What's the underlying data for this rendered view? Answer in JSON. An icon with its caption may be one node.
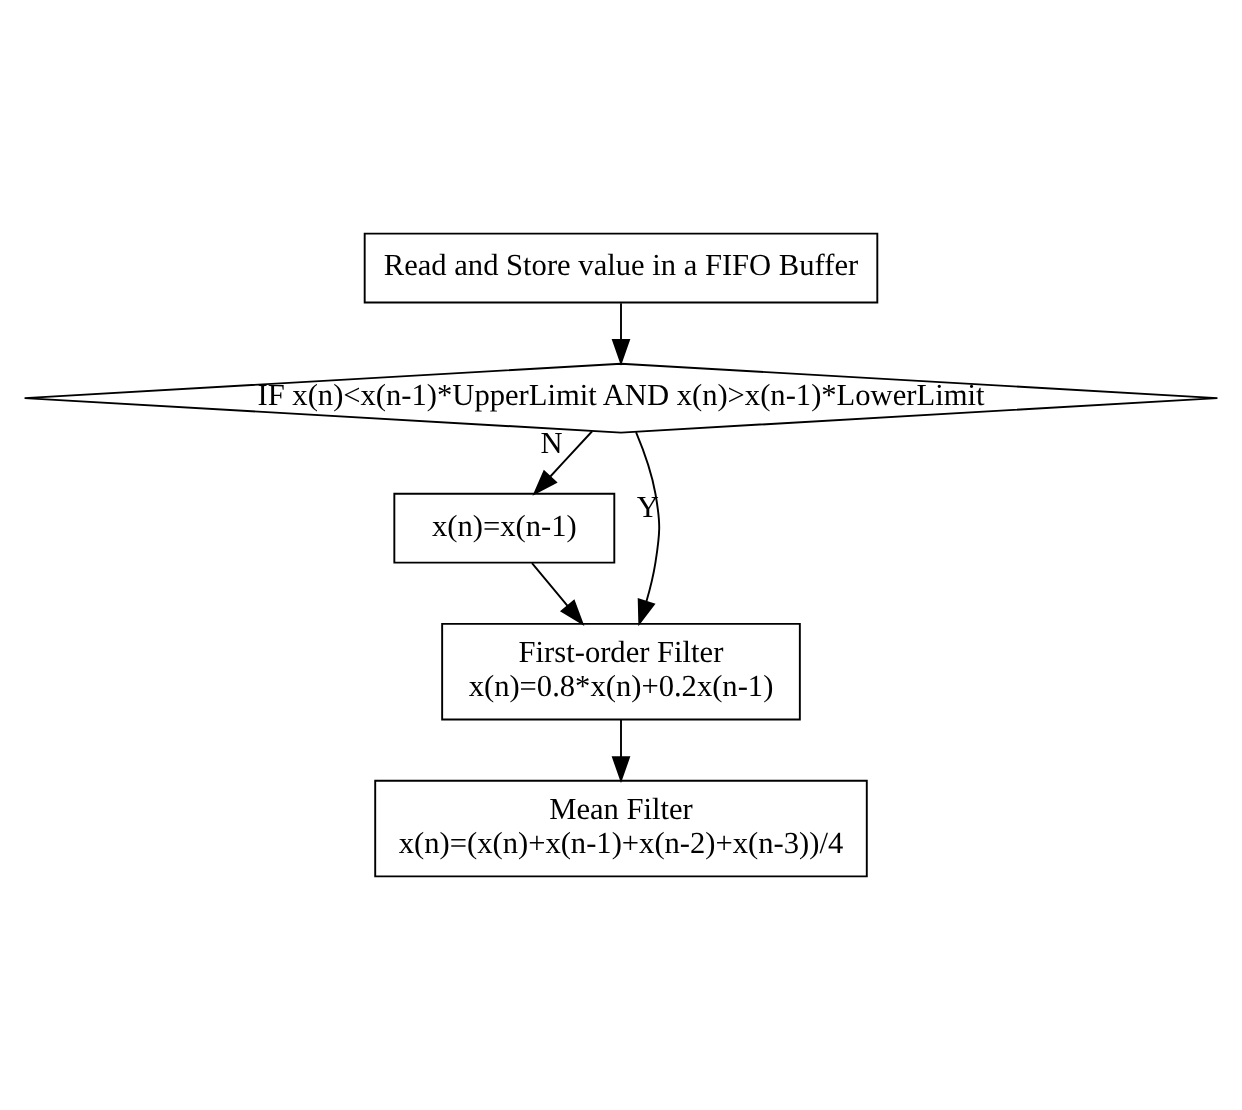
{
  "diagram": {
    "nodes": [
      {
        "text": [
          "Read and Store value in a FIFO Buffer"
        ]
      },
      {
        "text": [
          "IF x(n)<x(n-1)*UpperLimit AND x(n)>x(n-1)*LowerLimit"
        ]
      },
      {
        "text": [
          "x(n)=x(n-1)"
        ]
      },
      {
        "text": [
          "First-order Filter",
          "x(n)=0.8*x(n)+0.2x(n-1)"
        ]
      },
      {
        "text": [
          "Mean Filter",
          "x(n)=(x(n)+x(n-1)+x(n-2)+x(n-3))/4"
        ]
      }
    ],
    "edges": [
      {
        "from": 0,
        "to": 1,
        "arrow": "to"
      },
      {
        "from": 1,
        "to": 2,
        "arrow": "to",
        "label": "N"
      },
      {
        "from": 1,
        "to": 3,
        "arrow": "to",
        "label": "Y"
      },
      {
        "from": 2,
        "to": 3,
        "arrow": "to"
      },
      {
        "from": 3,
        "to": 4,
        "arrow": "to"
      }
    ]
  }
}
